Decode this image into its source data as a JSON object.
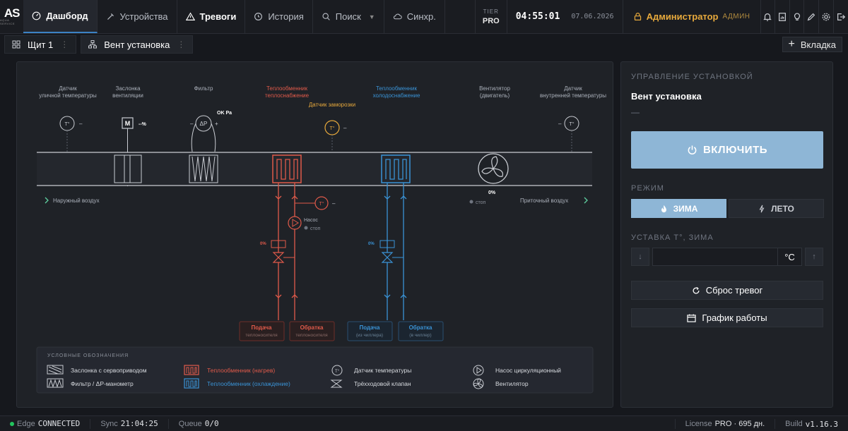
{
  "logo": {
    "mark": "AS",
    "sub": "AQUA SERVICE"
  },
  "nav": {
    "tabs": [
      {
        "label": "Дашборд"
      },
      {
        "label": "Устройства"
      },
      {
        "label": "Тревоги"
      },
      {
        "label": "История"
      },
      {
        "label": "Поиск"
      },
      {
        "label": "Синхр."
      }
    ]
  },
  "tier": {
    "label": "TIER",
    "value": "PRO"
  },
  "clock": {
    "time": "04:55:01",
    "date": "07.06.2026"
  },
  "user": {
    "name": "Администратор",
    "role": "АДМИН"
  },
  "subtabs": [
    {
      "label": "Щит 1"
    },
    {
      "label": "Вент установка"
    }
  ],
  "add_tab": {
    "label": "Вкладка"
  },
  "diagram": {
    "labels": {
      "outdoor_sensor": [
        "Датчик",
        "уличной температуры"
      ],
      "damper": [
        "Заслонка",
        "вентиляции"
      ],
      "filter": [
        "Фильтр"
      ],
      "heater": [
        "Теплообменник",
        "теплоснабжение"
      ],
      "cooler": [
        "Теплообменник",
        "холодоснабжение"
      ],
      "fan": [
        "Вентилятор",
        "(двигатель)"
      ],
      "indoor_sensor": [
        "Датчик",
        "внутренней температуры"
      ],
      "frost_sensor": "Датчик заморозки",
      "outdoor_air": "Наружный воздух",
      "supply_air": "Приточный воздух",
      "pump": "Насос",
      "pump_state": "стоп",
      "fan_state": "стоп",
      "damper_value": "--%",
      "filter_value": "OK Pa",
      "fan_value": "0%",
      "heat_valve_value": "0%",
      "cool_valve_value": "0%",
      "dash": "–",
      "t_symbol": "T°",
      "m_symbol": "M",
      "dp_symbol": "ΔP",
      "pipes": {
        "heat_supply": [
          "Подача",
          "теплоносителя"
        ],
        "heat_return": [
          "Обратка",
          "теплоносителя"
        ],
        "cool_supply": [
          "Подача",
          "(из чиллера)"
        ],
        "cool_return": [
          "Обратка",
          "(в чиллер)"
        ]
      }
    },
    "legend": {
      "title": "УСЛОВНЫЕ ОБОЗНАЧЕНИЯ",
      "items": {
        "damper": "Заслонка с сервоприводом",
        "filter": "Фильтр / ΔP-манометр",
        "heater": "Теплообменник (нагрев)",
        "cooler": "Теплообменник (охлаждение)",
        "sensor": "Датчик температуры",
        "valve": "Трёхходовой клапан",
        "pump": "Насос циркуляционный",
        "fan": "Вентилятор"
      }
    },
    "colors": {
      "heat": "#e05a4a",
      "cool": "#3a93d6",
      "warn": "#e7a93c",
      "line": "#c9ccd2"
    }
  },
  "control": {
    "section_title": "УПРАВЛЕНИЕ УСТАНОВКОЙ",
    "unit_name": "Вент установка",
    "status": "—",
    "power_button": "ВКЛЮЧИТЬ",
    "mode_title": "РЕЖИМ",
    "mode_winter": "ЗИМА",
    "mode_summer": "ЛЕТО",
    "setpoint_title": "УСТАВКА T°, ЗИМА",
    "setpoint_unit": "°C",
    "reset_alarms": "Сброс тревог",
    "schedule": "График работы"
  },
  "status_bar": {
    "edge_label": "Edge",
    "edge_value": "CONNECTED",
    "sync_label": "Sync",
    "sync_value": "21:04:25",
    "queue_label": "Queue",
    "queue_value": "0/0",
    "license_label": "License",
    "license_value": "PRO · 695 дн.",
    "build_label": "Build",
    "build_value": "v1.16.3"
  }
}
